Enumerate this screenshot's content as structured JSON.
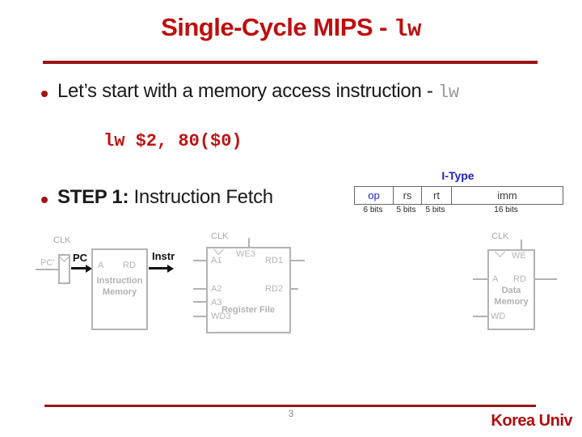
{
  "slide": {
    "title": {
      "main": "Single-Cycle MIPS - ",
      "code": "lw"
    },
    "bullet1": {
      "text": "Let’s start with a memory access instruction - ",
      "code": "lw"
    },
    "code_line": "lw $2, 80($0)",
    "step": {
      "bold": "STEP 1:",
      "rest": " Instruction Fetch"
    }
  },
  "itype": {
    "title": "I-Type",
    "fields": [
      {
        "name": "op",
        "bits": "6 bits"
      },
      {
        "name": "rs",
        "bits": "5 bits"
      },
      {
        "name": "rt",
        "bits": "5 bits"
      },
      {
        "name": "imm",
        "bits": "16 bits"
      }
    ]
  },
  "diagram": {
    "pc_unit": {
      "clk": "CLK",
      "pc_prime": "PC'",
      "pc": "PC"
    },
    "imem": {
      "clk": "",
      "a": "A",
      "rd": "RD",
      "name": "Instruction Memory",
      "out": "Instr"
    },
    "regfile": {
      "clk": "CLK",
      "we3": "WE3",
      "a1": "A1",
      "a2": "A2",
      "a3": "A3",
      "wd3": "WD3",
      "rd1": "RD1",
      "rd2": "RD2",
      "name": "Register File"
    },
    "dmem": {
      "clk": "CLK",
      "we": "WE",
      "a": "A",
      "rd": "RD",
      "wd": "WD",
      "name": "Data Memory"
    }
  },
  "footer": {
    "page": "3",
    "org": "Korea Univ"
  },
  "colors": {
    "title_red": "#BE0E0E",
    "rule_red": "#9A1616",
    "code_red": "#BE1414",
    "itype_blue": "#2222BB",
    "diagram_gray": "#B3B3B3",
    "muted_code_gray": "#9A9A9A"
  }
}
